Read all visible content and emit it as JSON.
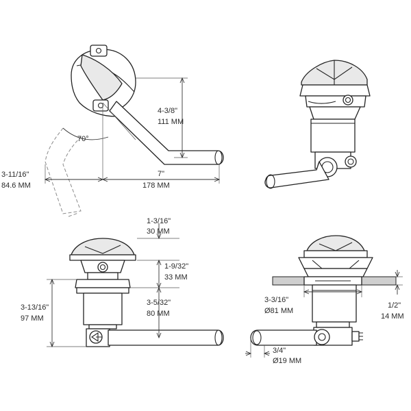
{
  "dimensions": {
    "handle_rise": {
      "imperial": "4-3/8\"",
      "metric": "111 MM"
    },
    "swing_angle": {
      "label": "70°"
    },
    "handle_length": {
      "imperial": "7\"",
      "metric": "178 MM"
    },
    "handle_offset": {
      "imperial": "3-11/16\"",
      "metric": "84.6 MM"
    },
    "cap_height": {
      "imperial": "1-3/16\"",
      "metric": "30 MM"
    },
    "trim_height": {
      "imperial": "1-9/32\"",
      "metric": "33 MM"
    },
    "body_height": {
      "imperial": "3-5/32\"",
      "metric": "80 MM"
    },
    "overall_height": {
      "imperial": "3-13/16\"",
      "metric": "97 MM"
    },
    "escutcheon_diameter": {
      "imperial": "3-3/16\"",
      "metric": "Ø81 MM"
    },
    "max_deck_thickness": {
      "imperial": "1/2\"",
      "metric": "14 MM"
    },
    "handle_diameter": {
      "imperial": "3/4\"",
      "metric": "Ø19 MM"
    }
  },
  "colors": {
    "line": "#222222",
    "fill": "#e9e9e9",
    "deck": "#cfcfcf",
    "ghost": "#8a8a8a"
  },
  "icons": {
    "valve_symbol": "triangle-in-circle-icon"
  }
}
